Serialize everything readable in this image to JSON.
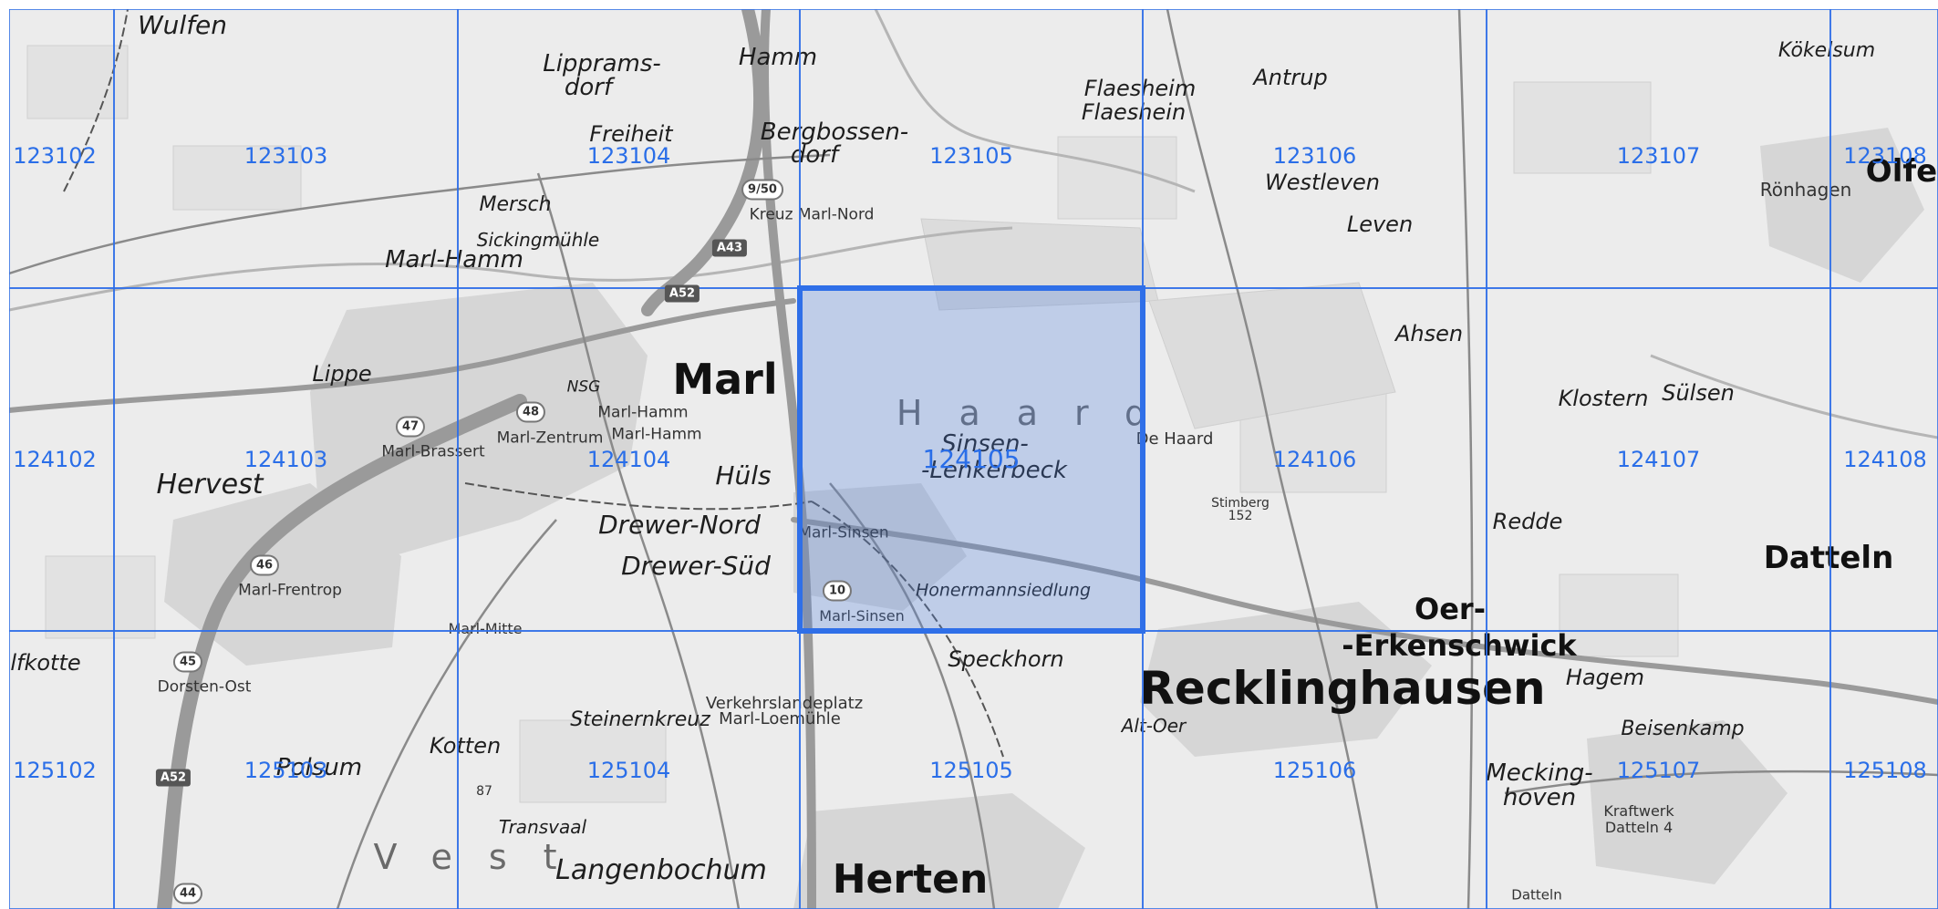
{
  "selected_cell": "124105",
  "colors": {
    "grid": "#2f6fe8",
    "selection_fill": "#4a7fe0",
    "background": "#ebebeb",
    "roads": "#8f8f8f"
  },
  "grid_cells": [
    {
      "id": "123102",
      "col": 0,
      "row": 0,
      "label_pos": "far-left"
    },
    {
      "id": "123103",
      "col": 1,
      "row": 0
    },
    {
      "id": "123104",
      "col": 2,
      "row": 0
    },
    {
      "id": "123105",
      "col": 3,
      "row": 0
    },
    {
      "id": "123106",
      "col": 4,
      "row": 0
    },
    {
      "id": "123107",
      "col": 5,
      "row": 0
    },
    {
      "id": "123108",
      "col": 6,
      "row": 0
    },
    {
      "id": "124102",
      "col": 0,
      "row": 1
    },
    {
      "id": "124103",
      "col": 1,
      "row": 1
    },
    {
      "id": "124104",
      "col": 2,
      "row": 1
    },
    {
      "id": "124105",
      "col": 3,
      "row": 1
    },
    {
      "id": "124106",
      "col": 4,
      "row": 1
    },
    {
      "id": "124107",
      "col": 5,
      "row": 1
    },
    {
      "id": "124108",
      "col": 6,
      "row": 1
    },
    {
      "id": "125102",
      "col": 0,
      "row": 2
    },
    {
      "id": "125103",
      "col": 1,
      "row": 2
    },
    {
      "id": "125104",
      "col": 2,
      "row": 2
    },
    {
      "id": "125105",
      "col": 3,
      "row": 2
    },
    {
      "id": "125106",
      "col": 4,
      "row": 2
    },
    {
      "id": "125107",
      "col": 5,
      "row": 2
    },
    {
      "id": "125108",
      "col": 6,
      "row": 2
    }
  ],
  "places": {
    "wulfen": "Wulfen",
    "lipprams": "Lipprams-",
    "dorf": "dorf",
    "hamm": "Hamm",
    "bergbossen": "Bergbossen-",
    "bergdorf": "dorf",
    "flaesheim": "Flaesheim",
    "flaeshein": "Flaeshein",
    "antrup": "Antrup",
    "kokelsum": "Kökelsum",
    "freiheit": "Freiheit",
    "westleven": "Westleven",
    "leven": "Leven",
    "ronhagen": "Rönhagen",
    "olfen": "Olfe",
    "mersch": "Mersch",
    "kreuz": "Kreuz Marl-Nord",
    "sickingmuhle": "Sickingmühle",
    "marlhamm": "Marl-Hamm",
    "ahsen": "Ahsen",
    "lippe": "Lippe",
    "marl": "Marl",
    "nsg": "NSG",
    "marlhamm2": "Marl-Hamm",
    "marlhamm3": "Marl-Hamm",
    "marlzentrum": "Marl-Zentrum",
    "marlbrassert": "Marl-Brassert",
    "haard": "Haard",
    "sinsen": "Sinsen-",
    "lenkerbeck": "-Lenkerbeck",
    "dehaard": "De Haard",
    "klostern": "Klostern",
    "sulsen": "Sülsen",
    "hervest": "Hervest",
    "huls": "Hüls",
    "stimberg": "Stimberg",
    "stimberg_h": "152",
    "redde": "Redde",
    "drewernord": "Drewer-Nord",
    "drewersud": "Drewer-Süd",
    "marlsinsen": "Marl-Sinsen",
    "datteln": "Datteln",
    "marlfrentrop": "Marl-Frentrop",
    "honermann": "Honermannsiedlung",
    "oer": "Oer-",
    "erkenschwick": "-Erkenschwick",
    "marlsinsen2": "Marl-Sinsen",
    "marlmitte": "Marl-Mitte",
    "ifkotte": "lfkotte",
    "speckhorn": "Speckhorn",
    "hagem": "Hagem",
    "dorstenost": "Dorsten-Ost",
    "recklinghausen": "Recklinghausen",
    "verkehrs": "Verkehrslandeplatz",
    "marlloemuhle": "Marl-Loemühle",
    "steinernkreuz": "Steinernkreuz",
    "altoer": "Alt-Oer",
    "beisenkamp": "Beisenkamp",
    "kotten": "Kotten",
    "polsum": "Polsum",
    "mecking": "Mecking-",
    "hoven": "hoven",
    "kraftwerk": "Kraftwerk",
    "datteln4": "Datteln 4",
    "transvaal": "Transvaal",
    "vest": "Vest",
    "langenbochum": "Langenbochum",
    "herten": "Herten",
    "datteln_small": "Datteln",
    "h87": "87"
  },
  "road_badges": {
    "a43": "A43",
    "a52a": "A52",
    "a52b": "A52",
    "r48": "48",
    "r47": "47",
    "r46": "46",
    "r45": "45",
    "r10": "10",
    "r44": "44",
    "r950": "9/50"
  }
}
